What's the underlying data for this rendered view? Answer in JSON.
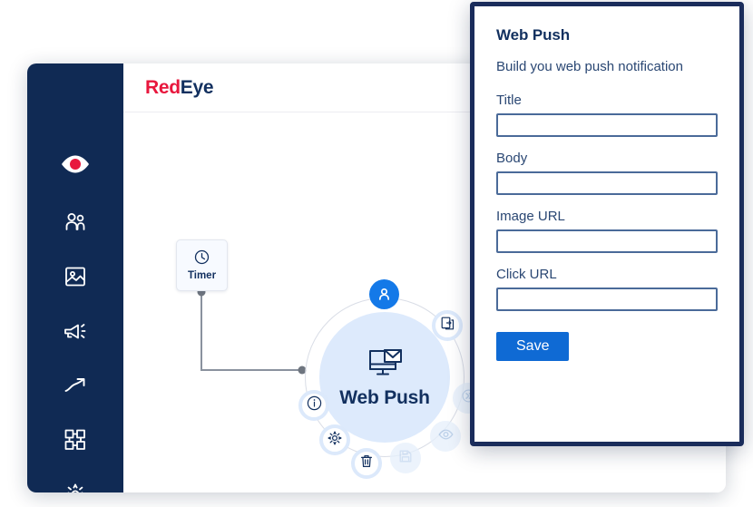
{
  "app": {
    "logo": {
      "part1": "Red",
      "part2": "Eye",
      "color1": "#e8173d",
      "color2": "#12305f"
    },
    "sidebar": {
      "background": "#102a54",
      "items": [
        {
          "name": "logo-eye-icon",
          "label": "RedEye"
        },
        {
          "name": "contacts-icon",
          "label": "Contacts"
        },
        {
          "name": "image-icon",
          "label": "Content"
        },
        {
          "name": "megaphone-icon",
          "label": "Campaigns"
        },
        {
          "name": "trending-up-icon",
          "label": "Reports"
        },
        {
          "name": "grid-qr-icon",
          "label": "Integrations"
        },
        {
          "name": "gear-icon",
          "label": "Settings"
        }
      ]
    },
    "canvas": {
      "timer_node": {
        "label": "Timer",
        "icon": "clock-icon"
      },
      "webpush_node": {
        "label": "Web Push",
        "icon": "monitor-envelope-icon"
      },
      "satellites": [
        {
          "name": "duplicate-icon",
          "state": "active"
        },
        {
          "name": "chevron-double-right-icon",
          "state": "disabled"
        },
        {
          "name": "eye-icon",
          "state": "disabled"
        },
        {
          "name": "save-disk-icon",
          "state": "disabled"
        },
        {
          "name": "trash-icon",
          "state": "active"
        },
        {
          "name": "gear-icon",
          "state": "active"
        },
        {
          "name": "info-icon",
          "state": "active"
        }
      ],
      "badge": {
        "name": "person-badge",
        "color": "#1479e8"
      }
    }
  },
  "panel": {
    "title": "Web Push",
    "subtitle": "Build you web push notification",
    "border_color": "#1a2c5b",
    "fields": [
      {
        "label": "Title",
        "value": "",
        "placeholder": ""
      },
      {
        "label": "Body",
        "value": "",
        "placeholder": ""
      },
      {
        "label": "Image URL",
        "value": "",
        "placeholder": ""
      },
      {
        "label": "Click URL",
        "value": "",
        "placeholder": ""
      }
    ],
    "save_label": "Save",
    "save_color": "#0f6ad4"
  }
}
